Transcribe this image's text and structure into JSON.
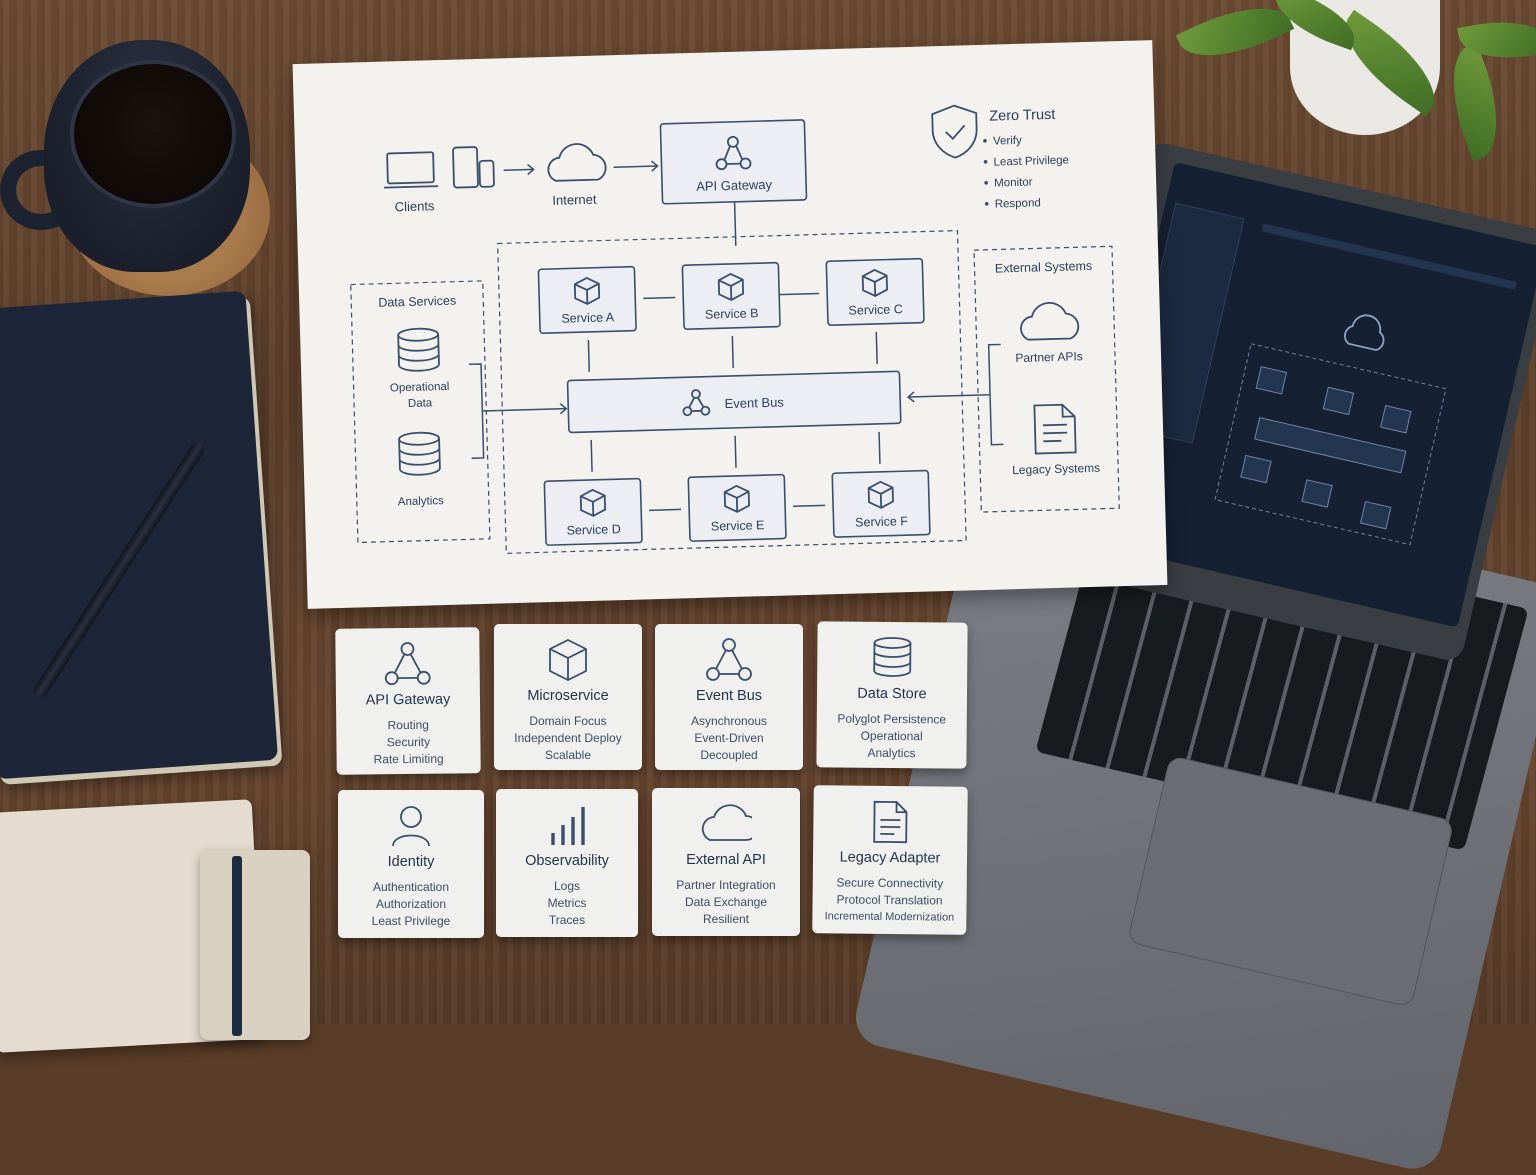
{
  "diagram": {
    "clients": "Clients",
    "internet": "Internet",
    "api_gateway": "API Gateway",
    "zero_trust": {
      "title": "Zero Trust",
      "items": [
        "Verify",
        "Least Privilege",
        "Monitor",
        "Respond"
      ]
    },
    "data_services": {
      "title": "Data Services",
      "operational": [
        "Operational",
        "Data"
      ],
      "analytics": "Analytics"
    },
    "services": [
      "Service A",
      "Service B",
      "Service C",
      "Service D",
      "Service E",
      "Service F"
    ],
    "event_bus": "Event Bus",
    "external_systems": {
      "title": "External Systems",
      "partner": "Partner APIs",
      "legacy": "Legacy Systems"
    }
  },
  "cards": [
    {
      "title": "API Gateway",
      "lines": [
        "Routing",
        "Security",
        "Rate Limiting"
      ],
      "icon": "network-icon"
    },
    {
      "title": "Microservice",
      "lines": [
        "Domain Focus",
        "Independent Deploy",
        "Scalable"
      ],
      "icon": "cube-icon"
    },
    {
      "title": "Event Bus",
      "lines": [
        "Asynchronous",
        "Event-Driven",
        "Decoupled"
      ],
      "icon": "network-icon"
    },
    {
      "title": "Data Store",
      "lines": [
        "Polyglot Persistence",
        "Operational",
        "Analytics"
      ],
      "icon": "database-icon"
    },
    {
      "title": "Identity",
      "lines": [
        "Authentication",
        "Authorization",
        "Least Privilege"
      ],
      "icon": "user-icon"
    },
    {
      "title": "Observability",
      "lines": [
        "Logs",
        "Metrics",
        "Traces"
      ],
      "icon": "bar-chart-icon"
    },
    {
      "title": "External API",
      "lines": [
        "Partner Integration",
        "Data Exchange",
        "Resilient"
      ],
      "icon": "cloud-icon"
    },
    {
      "title": "Legacy Adapter",
      "lines": [
        "Secure Connectivity",
        "Protocol Translation",
        "Incremental Modernization"
      ],
      "icon": "document-icon"
    }
  ],
  "colors": {
    "ink": "#3b4e6e",
    "paper": "#f3f2ee",
    "desk": "#5c3f2a",
    "screen": "#152033"
  }
}
